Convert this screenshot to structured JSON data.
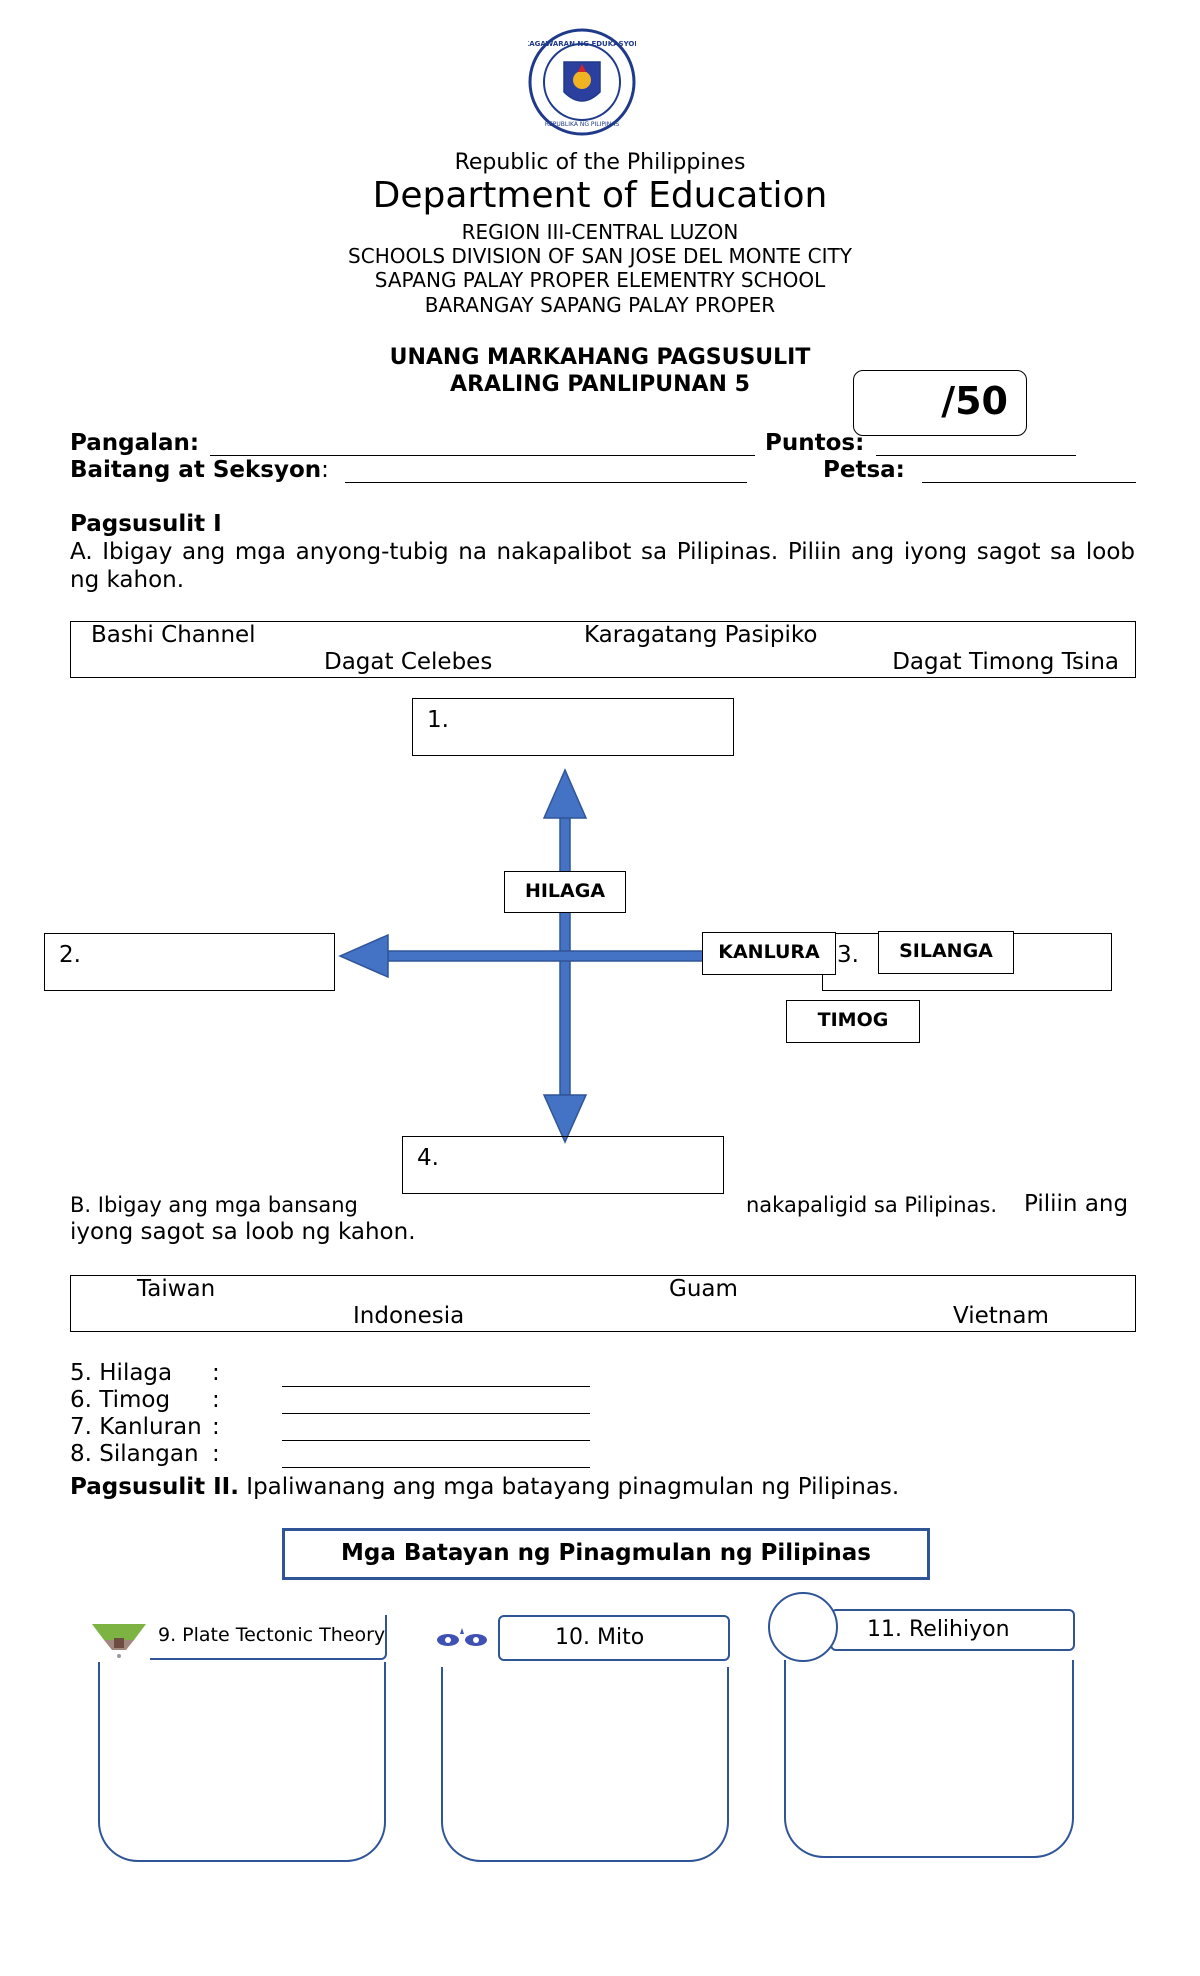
{
  "header": {
    "republic": "Republic of the Philippines",
    "department": "Department of Education",
    "region": "REGION III-CENTRAL LUZON",
    "division": "SCHOOLS DIVISION OF SAN JOSE DEL MONTE CITY",
    "school": "SAPANG PALAY PROPER ELEMENTRY SCHOOL",
    "barangay": "BARANGAY SAPANG PALAY PROPER",
    "seal_text": "KAGAWARAN NG EDUKASYON · REPUBLIKA NG PILIPINAS"
  },
  "title": {
    "line1": "UNANG MARKAHANG PAGSUSULIT",
    "line2": "ARALING PANLIPUNAN 5",
    "score": "/50"
  },
  "fields": {
    "name_label": "Pangalan:",
    "score_label": "Puntos:",
    "section_label": "Baitang at Seksyon",
    "section_colon": ":",
    "date_label": "Petsa:"
  },
  "part1": {
    "heading": "Pagsusulit I",
    "instruction_a": "A. Ibigay ang mga anyong-tubig na nakapalibot sa Pilipinas. Piliin ang iyong sagot sa loob ng kahon.",
    "choices": [
      "Bashi Channel",
      "Karagatang Pasipiko",
      "Dagat Celebes",
      "Dagat Timong Tsina"
    ],
    "blanks": [
      "1.",
      "2.",
      "3.",
      "4."
    ],
    "directions": {
      "north": "HILAGA",
      "west": "KANLURA",
      "east": "SILANGA",
      "south": "TIMOG"
    },
    "instruction_b_1": "B. Ibigay ang mga bansang",
    "instruction_b_2": "nakapaligid sa Pilipinas.",
    "instruction_b_3": "Piliin ang",
    "instruction_b_4": "iyong sagot sa loob ng kahon.",
    "countries": [
      "Taiwan",
      "Guam",
      "Indonesia",
      "Vietnam"
    ],
    "items": [
      {
        "num": "5. Hilaga",
        "colon": ":"
      },
      {
        "num": "6. Timog",
        "colon": ":"
      },
      {
        "num": "7. Kanluran",
        "colon": ":"
      },
      {
        "num": "8. Silangan",
        "colon": ":"
      }
    ]
  },
  "part2": {
    "heading": "Pagsusulit II.",
    "instruction": "Ipaliwanang ang mga batayang pinagmulan ng Pilipinas.",
    "banner": "Mga Batayan ng Pinagmulan ng Pilipinas",
    "cards": [
      "9. Plate Tectonic Theory",
      "10. Mito",
      "11. Relihiyon"
    ]
  },
  "colors": {
    "arrow": "#4472c4",
    "accent": "#2f5597"
  }
}
